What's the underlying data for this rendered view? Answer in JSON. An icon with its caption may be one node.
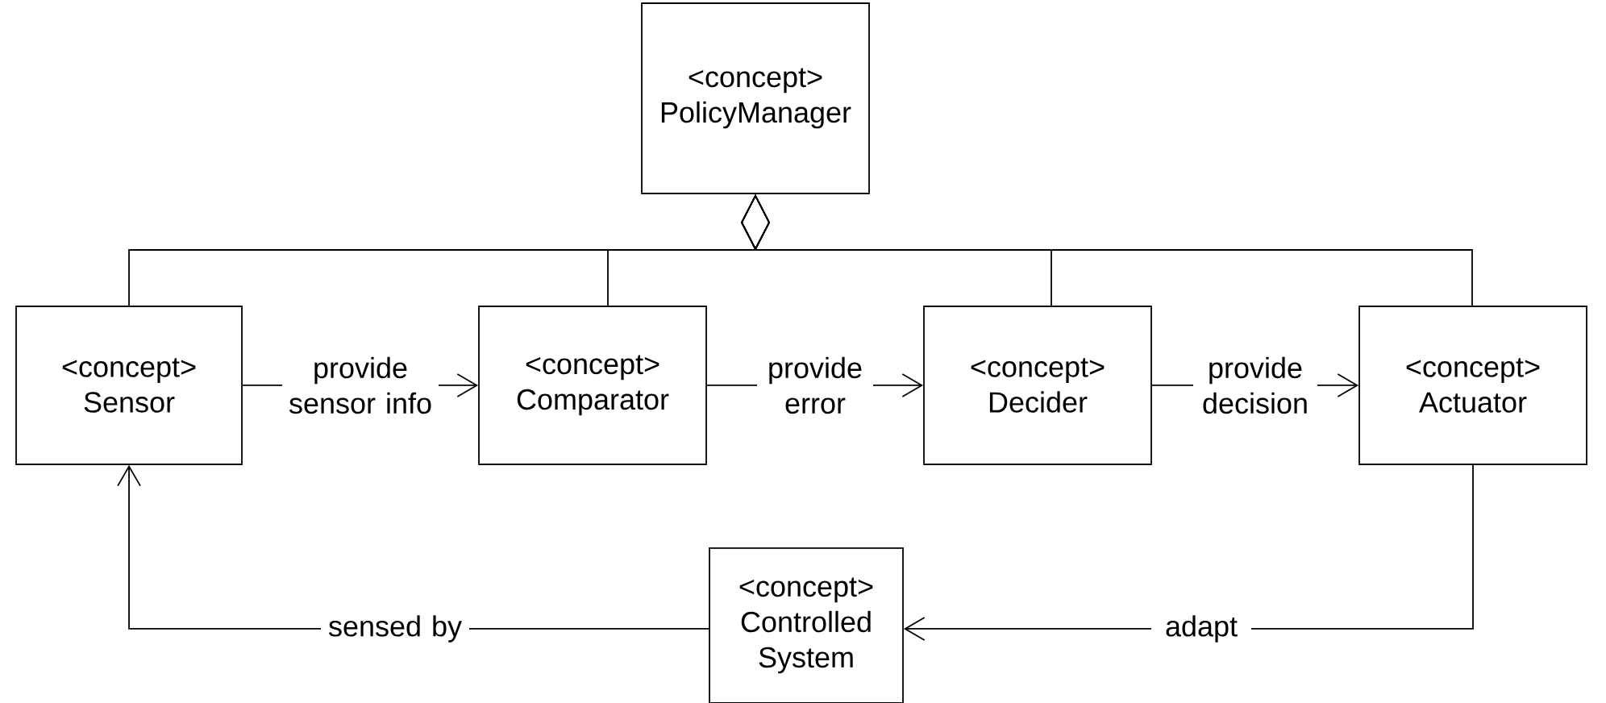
{
  "diagram": {
    "nodes": [
      {
        "text": [
          "<concept>",
          "PolicyManager"
        ]
      },
      {
        "text": [
          "<concept>",
          "Sensor"
        ]
      },
      {
        "text": [
          "<concept>",
          "Comparator"
        ]
      },
      {
        "text": [
          "<concept>",
          "Decider"
        ]
      },
      {
        "text": [
          "<concept>",
          "Actuator"
        ]
      },
      {
        "text": [
          "<concept>",
          "Controlled System"
        ]
      }
    ],
    "edges": [
      {
        "from": 0,
        "to": 1,
        "arrow": "other"
      },
      {
        "from": 0,
        "to": 2,
        "arrow": "other"
      },
      {
        "from": 0,
        "to": 3,
        "arrow": "other"
      },
      {
        "from": 0,
        "to": 4,
        "arrow": "other"
      },
      {
        "from": 1,
        "to": 2,
        "arrow": "to",
        "label": "provide sensor info"
      },
      {
        "from": 2,
        "to": 3,
        "arrow": "to",
        "label": "provide error"
      },
      {
        "from": 3,
        "to": 4,
        "arrow": "to",
        "label": "provide decision"
      },
      {
        "from": 4,
        "to": 5,
        "arrow": "to",
        "label": "adapt"
      },
      {
        "from": 5,
        "to": 1,
        "arrow": "to",
        "label": "sensed by"
      }
    ]
  }
}
